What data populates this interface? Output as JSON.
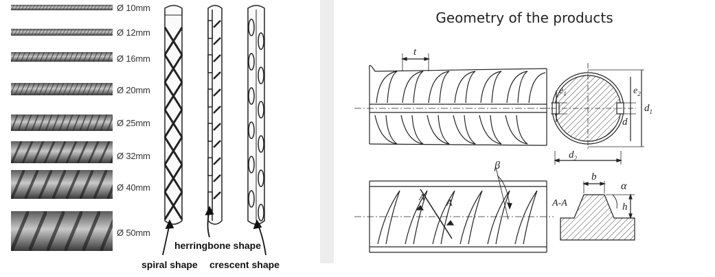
{
  "left_panel": {
    "rebar_sizes": [
      "Ø 10mm",
      "Ø 12mm",
      "Ø 16mm",
      "Ø 20mm",
      "Ø 25mm",
      "Ø 32mm",
      "Ø 40mm",
      "Ø 50mm"
    ],
    "shapes": {
      "herringbone": "herringbone shape",
      "spiral": "spiral shape",
      "crescent": "crescent shape"
    }
  },
  "right_panel": {
    "title": "Geometry of the products",
    "labels": {
      "t": "t",
      "e1": "e",
      "e1_sub": "1",
      "e2": "e",
      "e2_sub": "2",
      "d": "d",
      "d1": "d",
      "d1_sub": "1",
      "d2": "d",
      "d2_sub": "2",
      "beta": "β",
      "A_top": "A",
      "A_bottom": "A",
      "section": "A-A",
      "b": "b",
      "alpha": "α",
      "h": "h"
    }
  },
  "colors": {
    "line": "#222222",
    "hatch": "#444444",
    "steel_dark": "#2e2e2e",
    "steel_light": "#9a9a9a"
  }
}
